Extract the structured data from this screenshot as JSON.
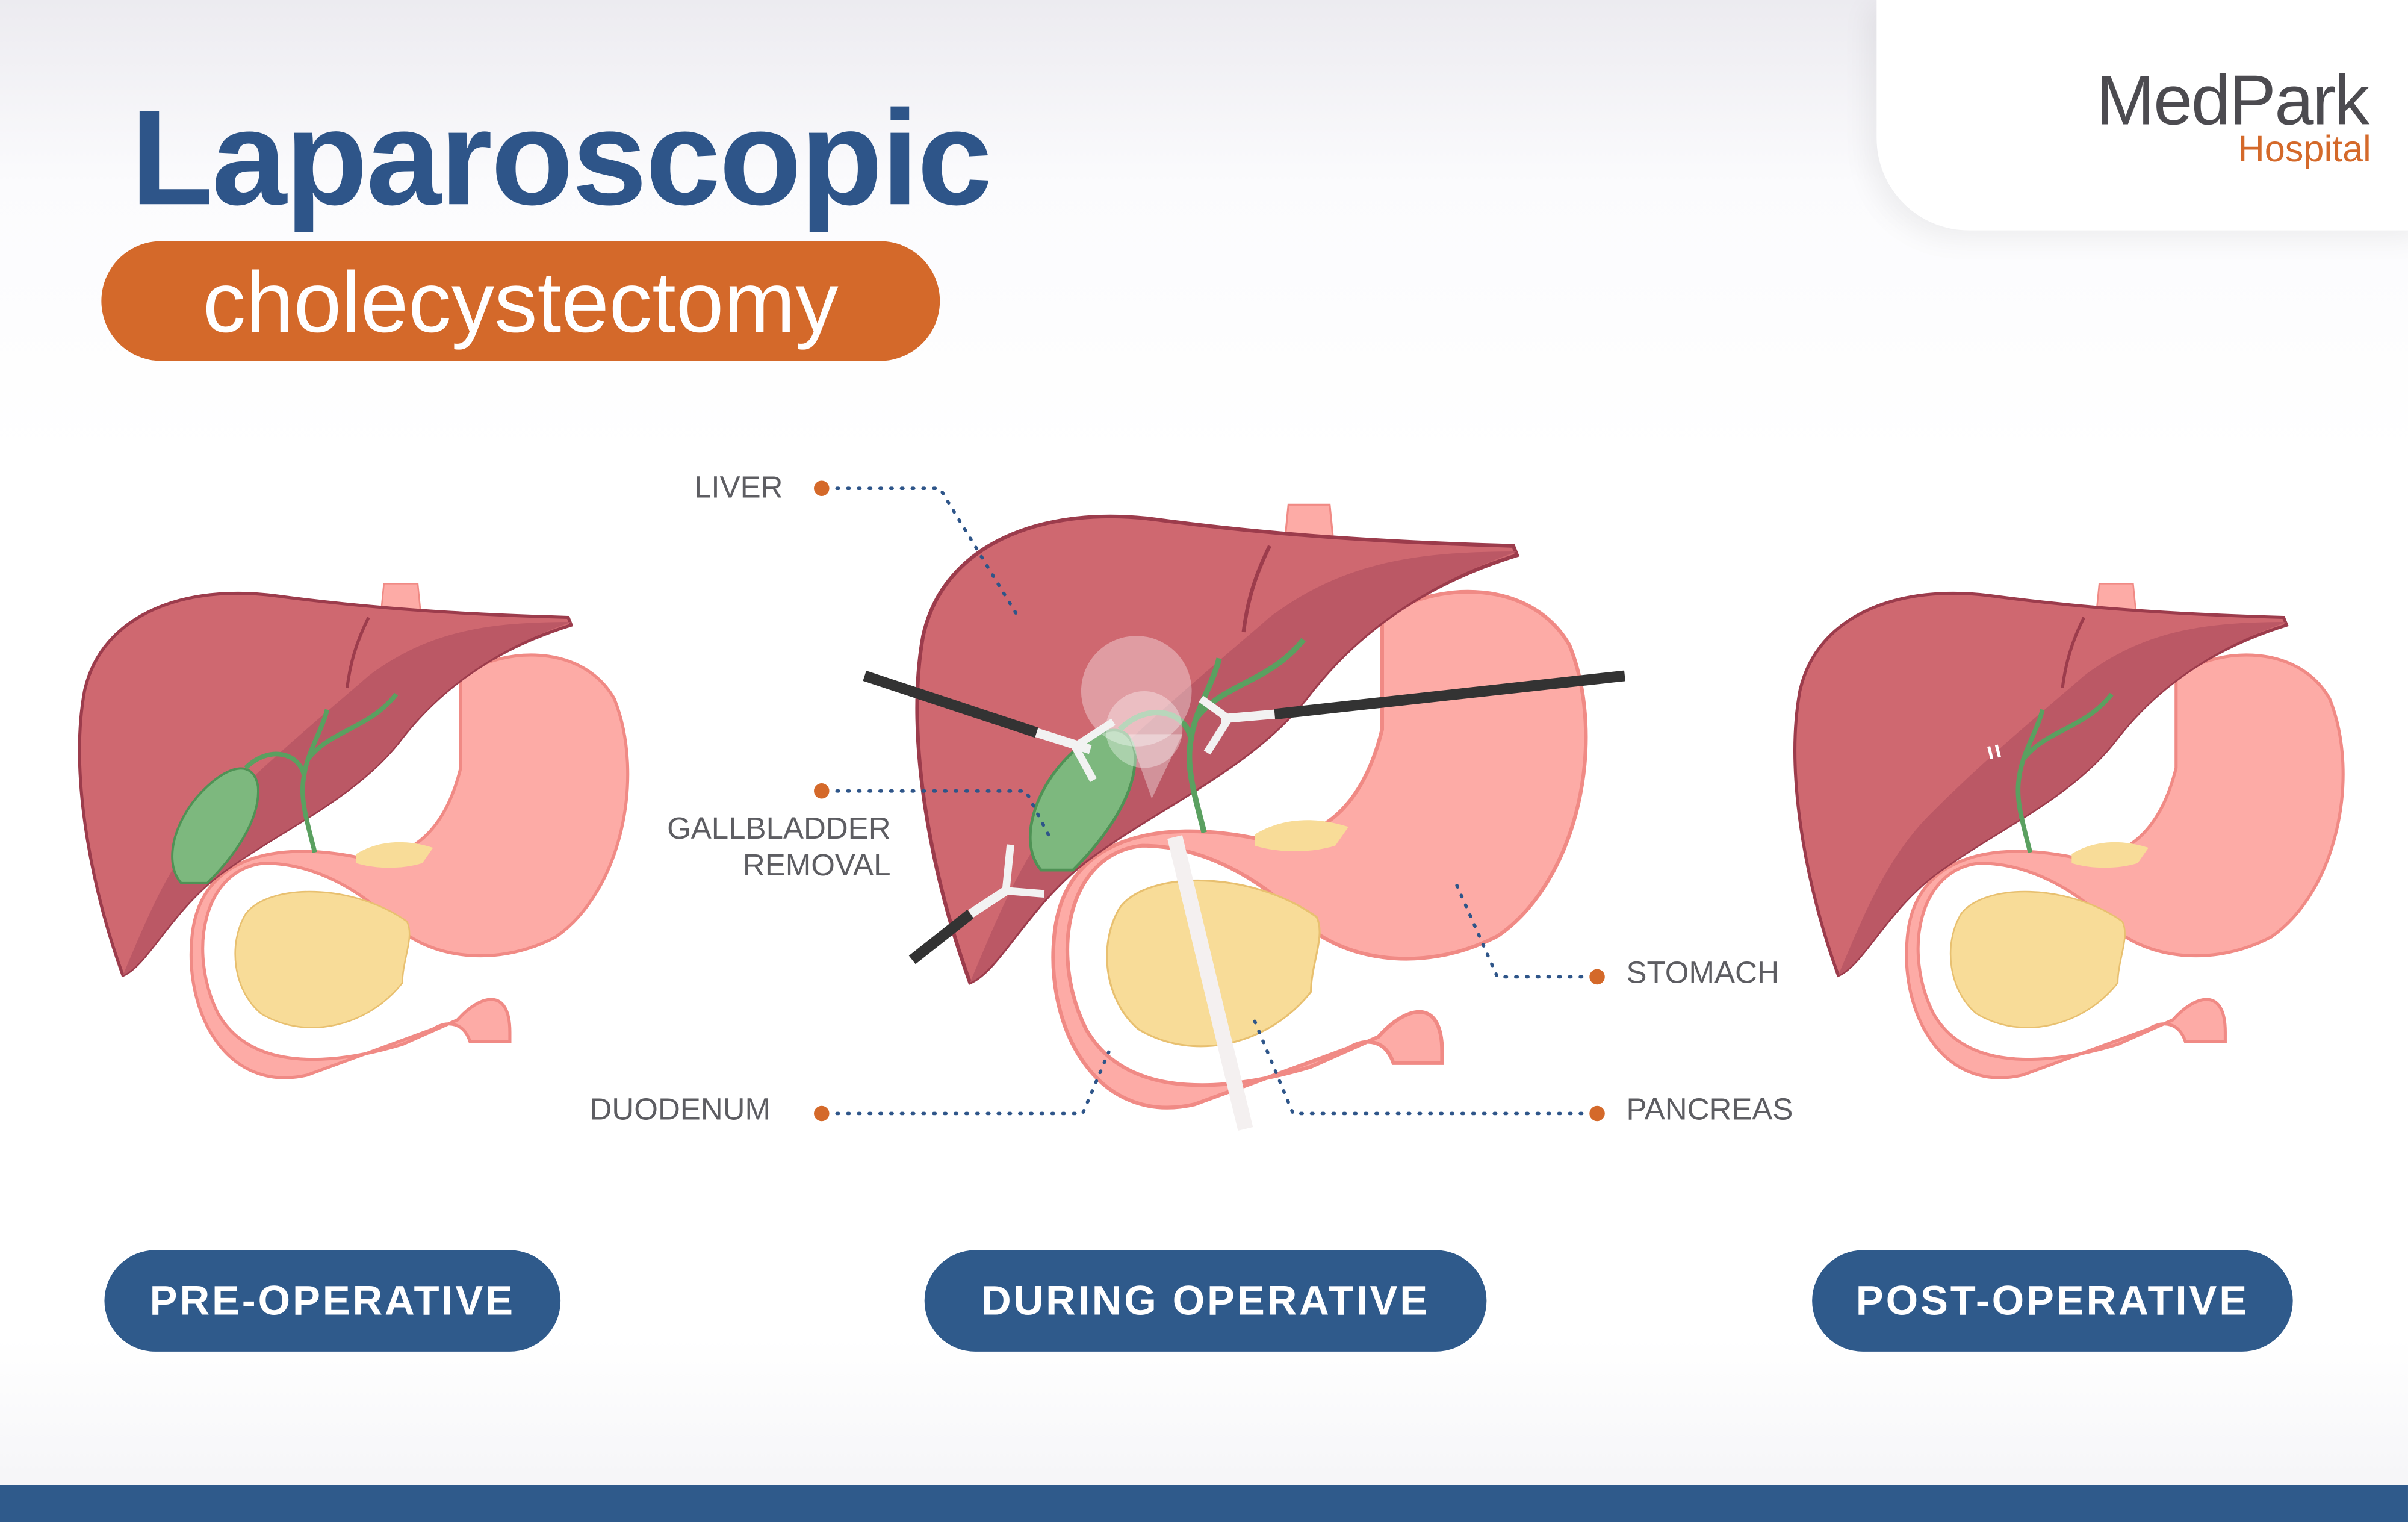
{
  "header": {
    "title": "Laparoscopic",
    "subtitle": "cholecystectomy"
  },
  "logo": {
    "brand": "MedPark",
    "sub": "Hospital"
  },
  "labels": {
    "liver": "LIVER",
    "gallbladder_line1": "GALLBLADDER",
    "gallbladder_line2": "REMOVAL",
    "duodenum": "DUODENUM",
    "stomach": "STOMACH",
    "pancreas": "PANCREAS"
  },
  "stages": [
    "PRE-OPERATIVE",
    "DURING OPERATIVE",
    "POST-OPERATIVE"
  ],
  "colors": {
    "primary": "#2f5a8b",
    "accent": "#d4692a",
    "liver": "#cf6870",
    "stomach": "#fdaba6",
    "pancreas": "#f8dc98",
    "gallbladder": "#7db87e"
  }
}
